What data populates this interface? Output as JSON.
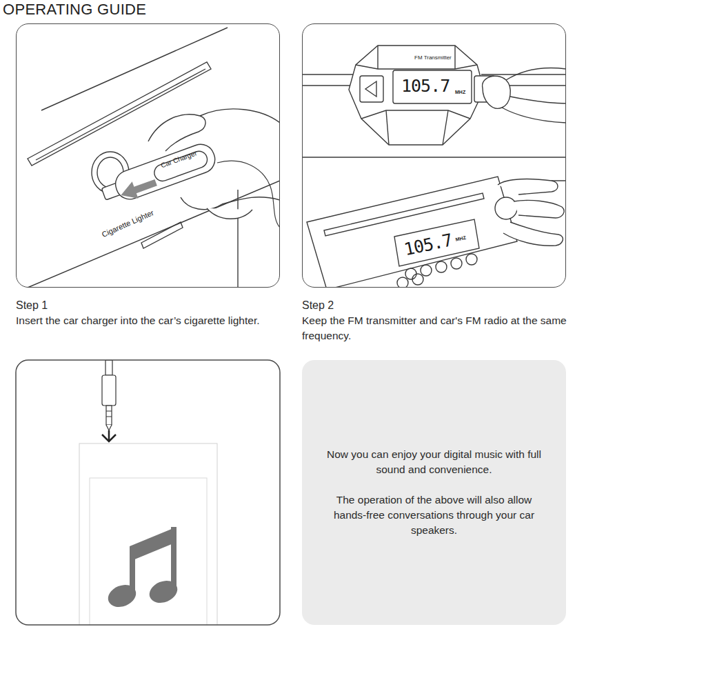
{
  "diagram": {
    "title": "OPERATING GUIDE",
    "nodes": [
      {
        "text": [
          "Step 1",
          "Insert the car charger into the car’s cigarette lighter."
        ]
      },
      {
        "text": [
          "Step 2",
          "Keep the FM transmitter and car's FM radio at the same frequency."
        ]
      },
      {
        "text": [
          "Now you can enjoy your digital music with full sound and convenience.",
          "The operation of the above will also allow hands-free conversations through your car speakers."
        ]
      }
    ],
    "labels": [
      "Car Charger",
      "Cigarette Lighter",
      "FM Transmitter",
      "105.7",
      "MHZ",
      "105.7",
      "MHZ"
    ]
  }
}
